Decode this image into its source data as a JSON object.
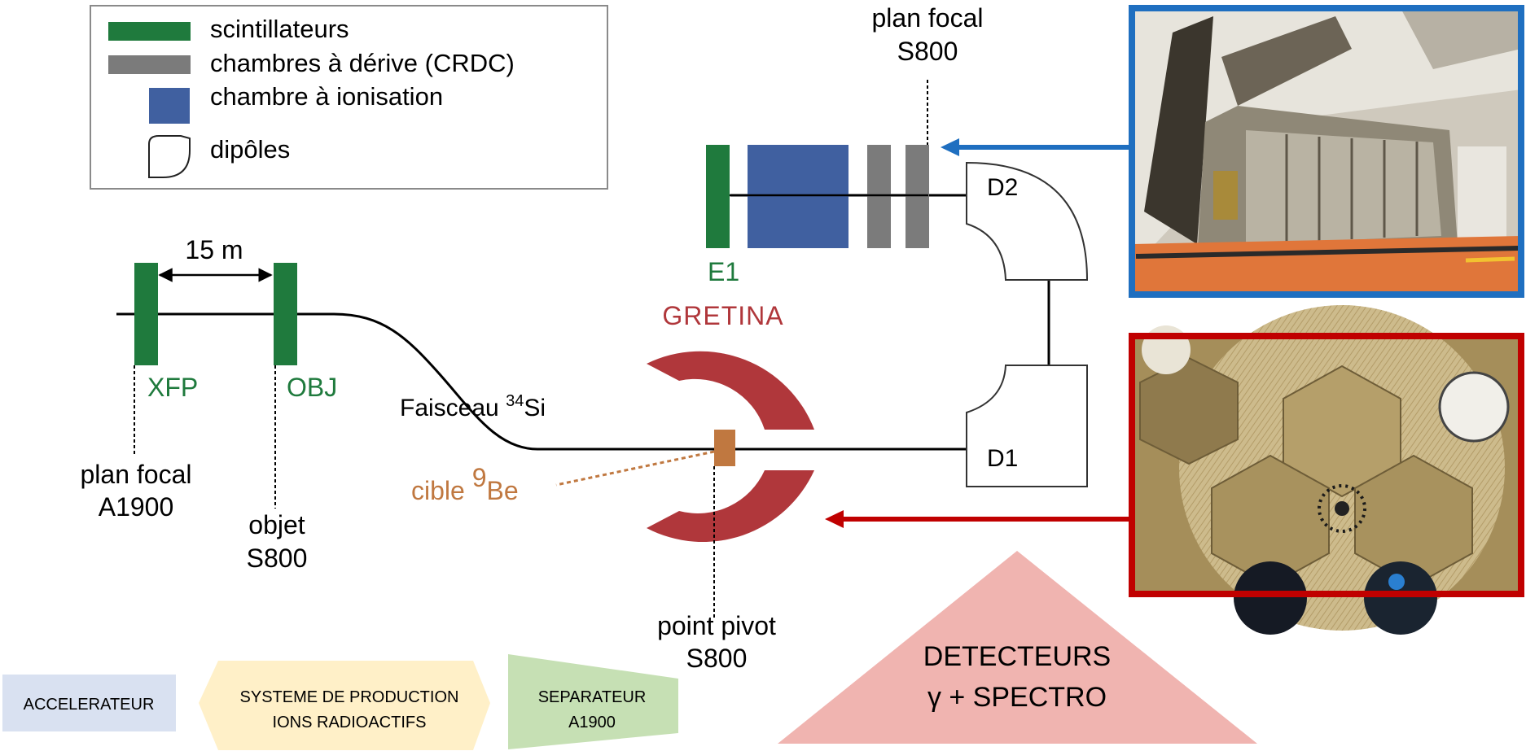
{
  "legend": {
    "items": [
      {
        "label": "scintillateurs",
        "symbol": "green-bar"
      },
      {
        "label": "chambres à dérive (CRDC)",
        "symbol": "gray-bar"
      },
      {
        "label": "chambre à ionisation",
        "symbol": "blue-square"
      },
      {
        "label": "dipôles",
        "symbol": "dipole-outline"
      }
    ]
  },
  "colors": {
    "scintillator": "#1f7a3d",
    "crdc": "#7b7b7b",
    "ionization": "#4060a0",
    "gretina": "#b0373b",
    "target": "#c07840",
    "blue_frame": "#1f6fc0",
    "red_frame": "#c00000",
    "accel_fill": "#d9e1f1",
    "prod_fill": "#fff0c8",
    "sep_fill": "#c6e0b4",
    "det_fill": "#f0b4b0"
  },
  "distance_label": "15 m",
  "labels": {
    "xfp": "XFP",
    "obj": "OBJ",
    "e1": "E1",
    "d1": "D1",
    "d2": "D2",
    "gretina": "GRETINA",
    "beam_prefix": "Faisceau ",
    "beam_sup": "34",
    "beam_elem": "Si",
    "target_prefix": "cible ",
    "target_sup": "9",
    "target_elem": "Be"
  },
  "annotations": {
    "plan_focal_a1900": [
      "plan focal",
      "A1900"
    ],
    "objet_s800": [
      "objet",
      "S800"
    ],
    "point_pivot_s800": [
      "point pivot",
      "S800"
    ],
    "plan_focal_s800": [
      "plan focal",
      "S800"
    ]
  },
  "flow": {
    "accelerateur": "ACCELERATEUR",
    "production": [
      "SYSTEME DE PRODUCTION",
      "IONS RADIOACTIFS"
    ],
    "separateur": [
      "SEPARATEUR",
      "A1900"
    ],
    "detecteurs": [
      "DETECTEURS",
      "γ + SPECTRO"
    ]
  },
  "photos": {
    "top": "photo-crdc-focal-plane",
    "bottom": "photo-gretina-array"
  }
}
